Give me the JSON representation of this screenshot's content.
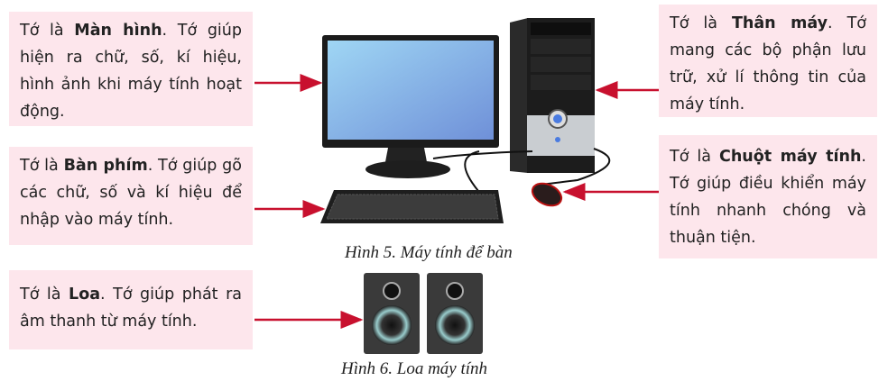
{
  "callouts": {
    "monitor": {
      "pre": "Tớ là ",
      "name": "Màn hình",
      "post": ". Tớ giúp hiện ra chữ, số, kí hiệu, hình ảnh khi máy tính hoạt động."
    },
    "keyboard": {
      "pre": "Tớ là ",
      "name": "Bàn phím",
      "post": ". Tớ giúp gõ các chữ, số và kí hiệu để nhập vào máy tính."
    },
    "speaker": {
      "pre": "Tớ là ",
      "name": "Loa",
      "post": ". Tớ giúp phát ra âm thanh từ máy tính."
    },
    "case": {
      "pre": "Tớ là ",
      "name": "Thân máy",
      "post": ". Tớ mang các bộ phận lưu trữ, xử lí thông tin của máy tính."
    },
    "mouse": {
      "pre": "Tớ là ",
      "name": "Chuột máy tính",
      "post": ". Tớ giúp điều khiển máy tính nhanh chóng và thuận tiện."
    }
  },
  "captions": {
    "fig5": "Hình 5. Máy tính để bàn",
    "fig6": "Hình 6. Loa máy tính"
  },
  "colors": {
    "box": "#fde6ec",
    "arrow": "#c8102e"
  }
}
